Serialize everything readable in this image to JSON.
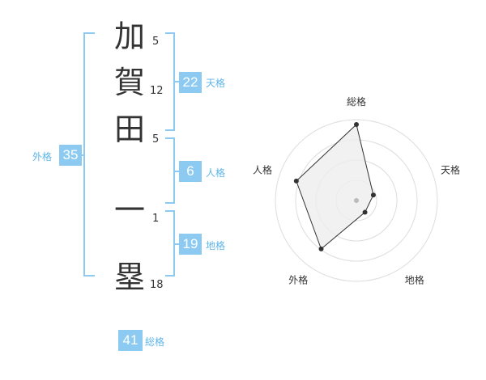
{
  "name_chars": [
    {
      "char": "加",
      "strokes": "5"
    },
    {
      "char": "賀",
      "strokes": "12"
    },
    {
      "char": "田",
      "strokes": "5"
    },
    {
      "char": "一",
      "strokes": "1"
    },
    {
      "char": "塁",
      "strokes": "18"
    }
  ],
  "kakusu": {
    "tenkaku": {
      "value": "22",
      "label": "天格"
    },
    "jinkaku": {
      "value": "6",
      "label": "人格"
    },
    "chikaku": {
      "value": "19",
      "label": "地格"
    },
    "gaikaku": {
      "value": "35",
      "label": "外格"
    },
    "soukaku": {
      "value": "41",
      "label": "総格"
    }
  },
  "chart_data": {
    "type": "radar",
    "axes": [
      "総格",
      "天格",
      "地格",
      "外格",
      "人格"
    ],
    "values": [
      0.94,
      0.22,
      0.18,
      0.74,
      0.78
    ],
    "rings": 4,
    "colors": {
      "fill": "#eeeeee",
      "line": "#333333",
      "grid": "#dddddd",
      "center": "#bbbbbb"
    }
  },
  "colors": {
    "accent": "#8ccaf2",
    "label": "#5fb6ea"
  }
}
